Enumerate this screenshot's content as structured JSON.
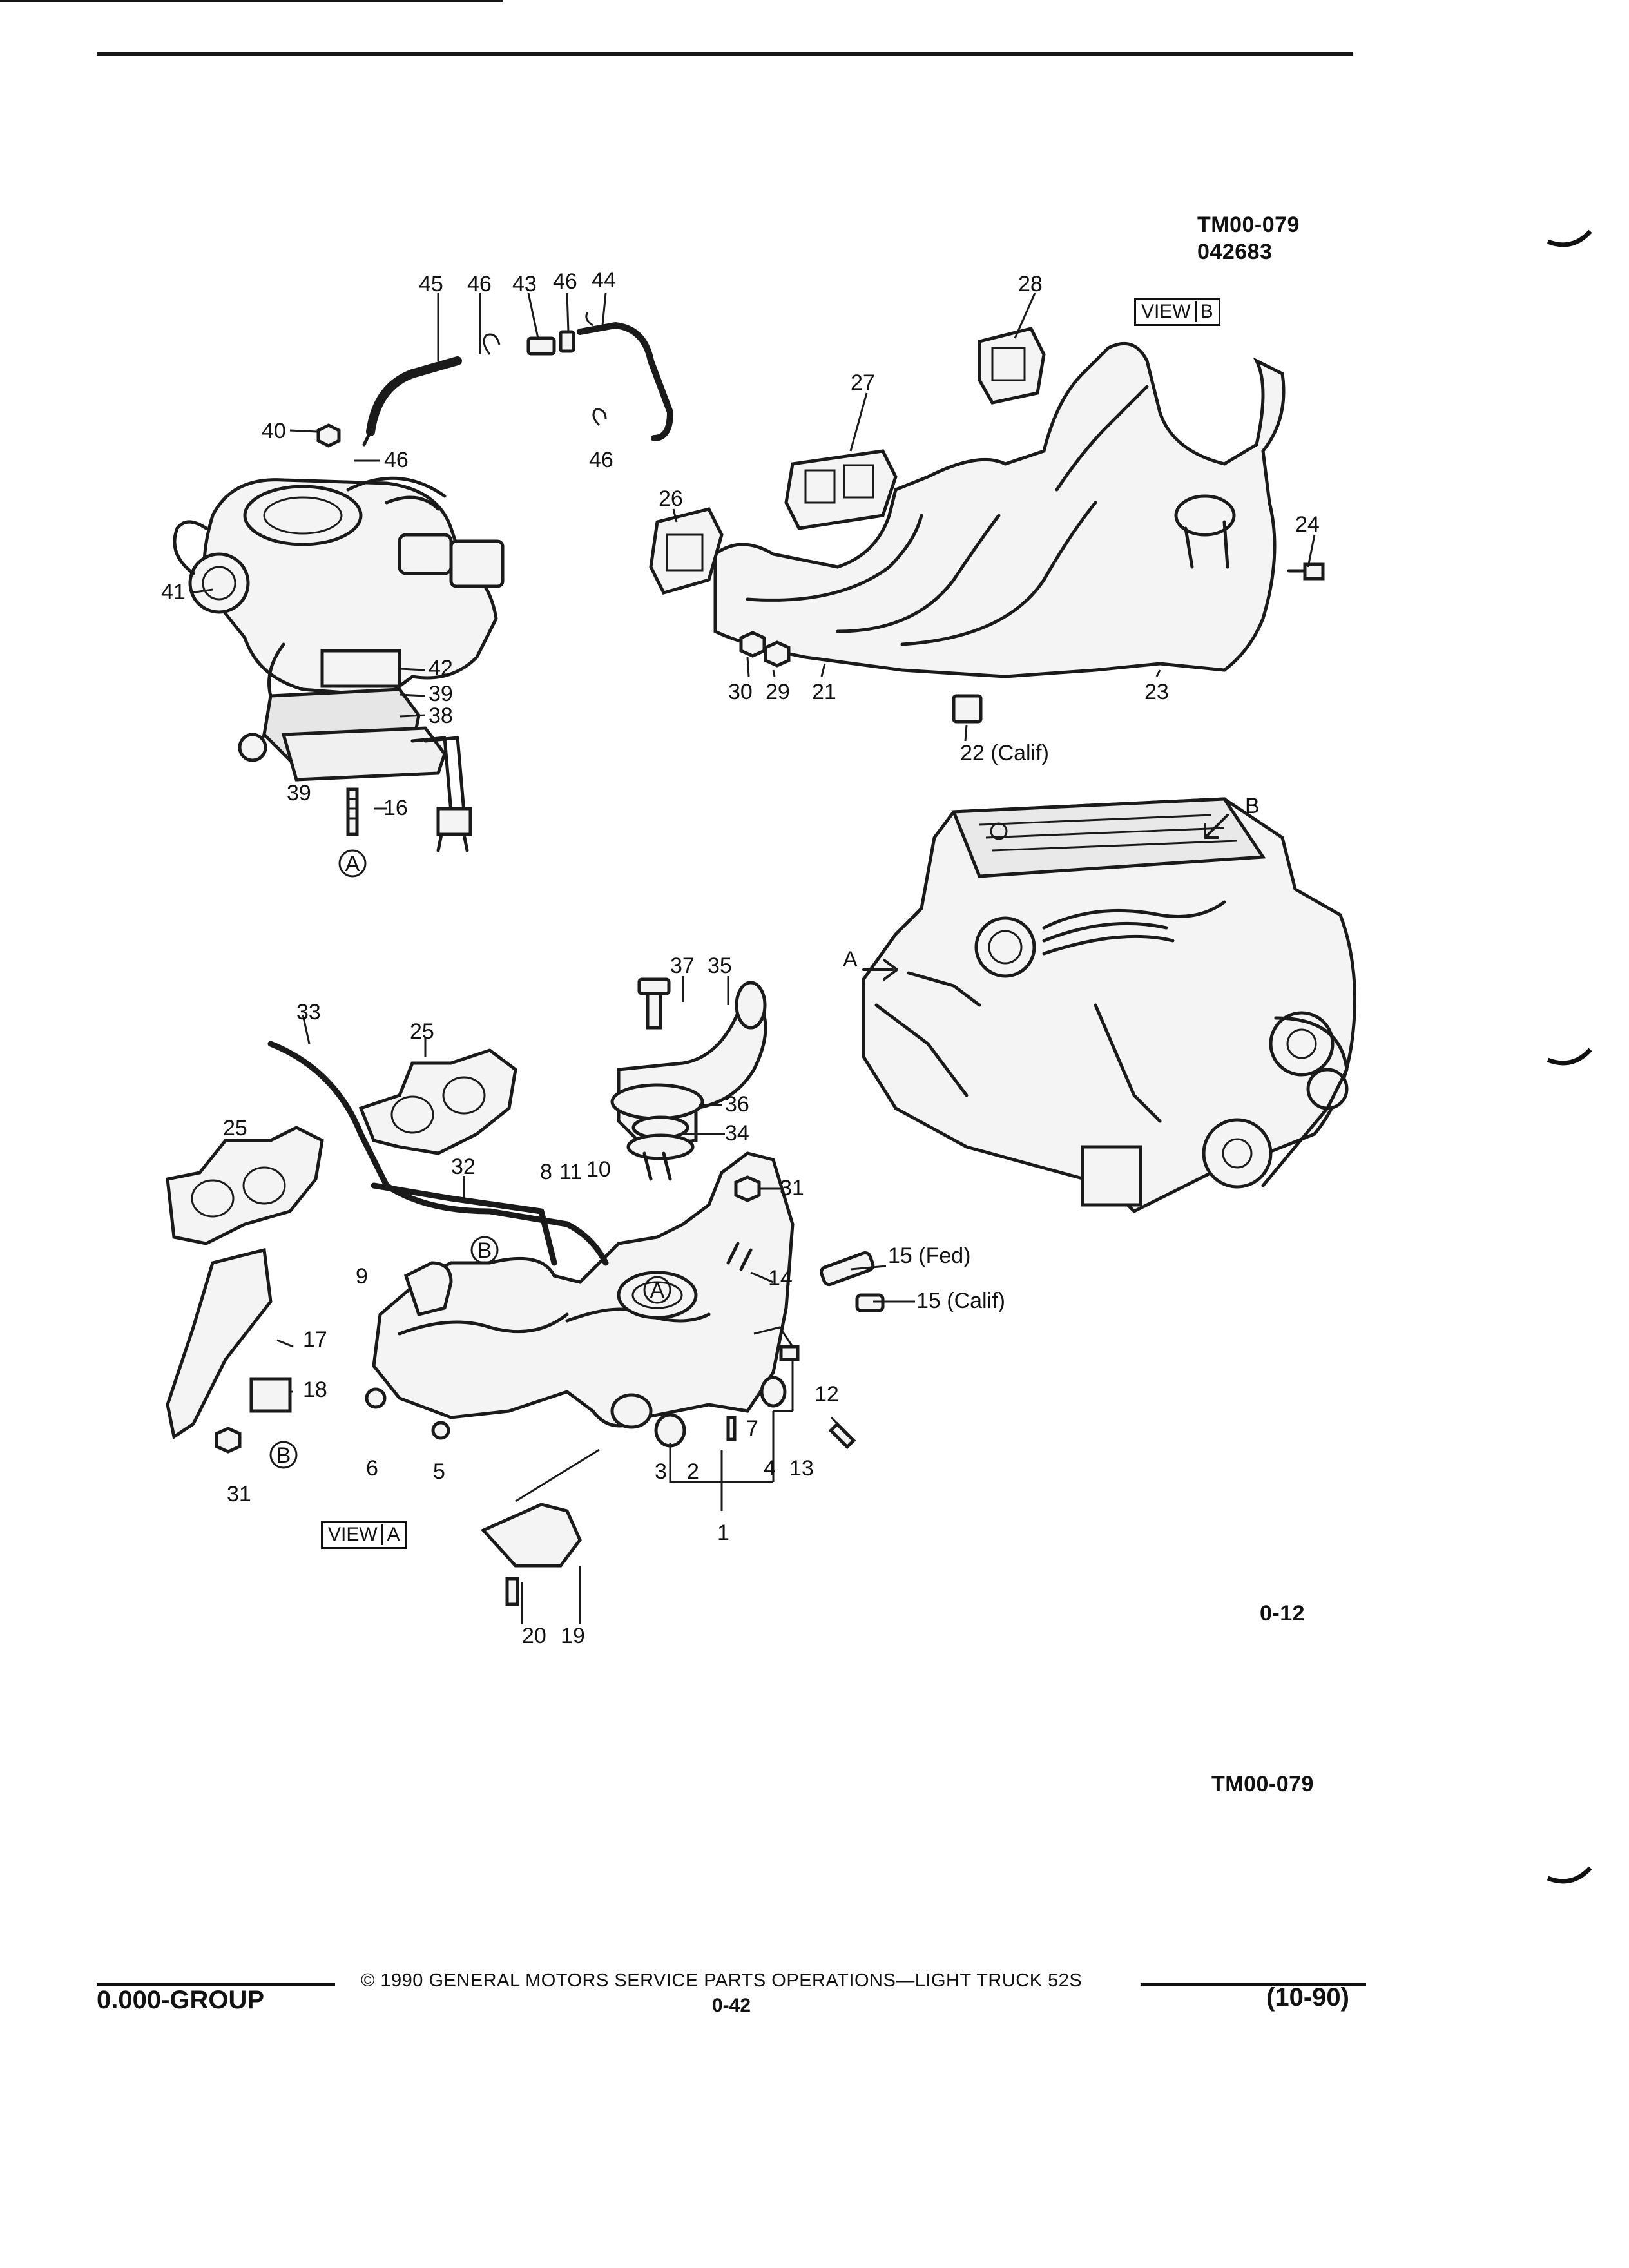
{
  "header": {
    "drawing_code": "TM00-079",
    "drawing_number": "042683"
  },
  "view_tags": {
    "view_b": {
      "word": "VIEW",
      "letter": "B"
    },
    "view_a": {
      "word": "VIEW",
      "letter": "A"
    }
  },
  "engine_arrows": {
    "a": "A",
    "b": "B"
  },
  "callouts": {
    "c1": "1",
    "c2": "2",
    "c3": "3",
    "c4": "4",
    "c5": "5",
    "c6": "6",
    "c7": "7",
    "c8": "8",
    "c9": "9",
    "c10": "10",
    "c11": "11",
    "c12": "12",
    "c13": "13",
    "c14": "14",
    "c15_fed": "15 (Fed)",
    "c15_calif": "15 (Calif)",
    "c16": "16",
    "c17": "17",
    "c18": "18",
    "c19": "19",
    "c20": "20",
    "c21": "21",
    "c22": "22 (Calif)",
    "c23": "23",
    "c24": "24",
    "c25a": "25",
    "c25b": "25",
    "c26": "26",
    "c27": "27",
    "c28": "28",
    "c29": "29",
    "c30": "30",
    "c31a": "31",
    "c31b": "31",
    "c32": "32",
    "c33": "33",
    "c34": "34",
    "c35": "35",
    "c36": "36",
    "c37": "37",
    "c38": "38",
    "c39a": "39",
    "c39b": "39",
    "c40": "40",
    "c41": "41",
    "c42": "42",
    "c43": "43",
    "c44": "44",
    "c45": "45",
    "c46a": "46",
    "c46b": "46",
    "c46c": "46",
    "c46d": "46"
  },
  "circled": {
    "a1": "A",
    "a2": "A",
    "b1": "B",
    "b2": "B"
  },
  "figure_number": "0-12",
  "bottom_code": "TM00-079",
  "footer": {
    "group": "0.000-GROUP",
    "copyright": "© 1990 GENERAL MOTORS SERVICE PARTS OPERATIONS—LIGHT TRUCK 52S",
    "page": "0-42",
    "date": "(10-90)"
  }
}
